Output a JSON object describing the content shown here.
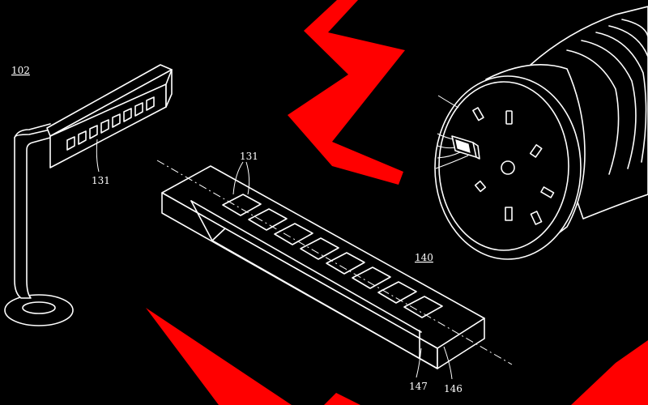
{
  "colors": {
    "background": "#000000",
    "line": "#ffffff",
    "accent": "#ff0000"
  },
  "labels": {
    "lamp_ref": "102",
    "lamp_lens_ref": "131",
    "bar_lens_ref": "131",
    "bar_ref": "140",
    "bar_part_a": "147",
    "bar_part_b": "146"
  }
}
